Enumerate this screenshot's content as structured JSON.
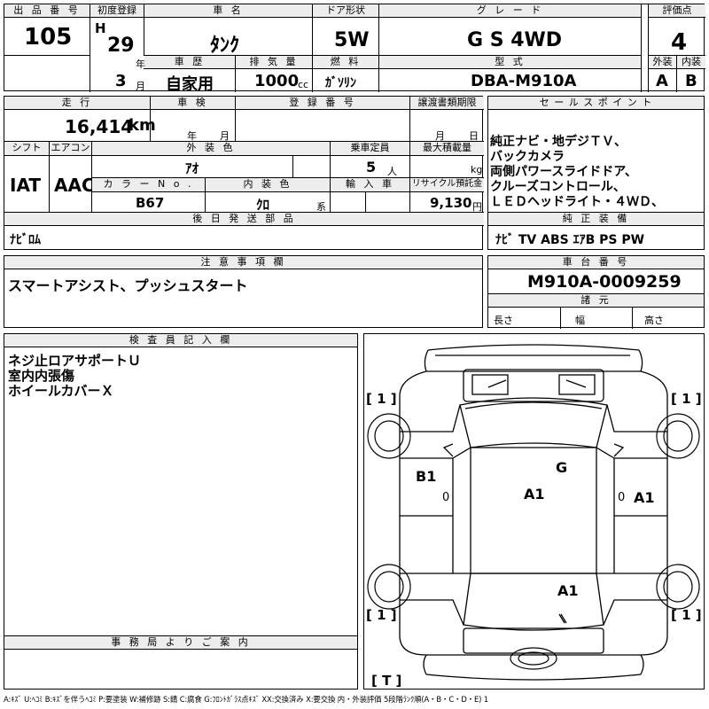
{
  "labels": {
    "lot_no": "出 品 番 号",
    "first_reg": "初度登録",
    "car_name": "車 名",
    "door": "ドア形状",
    "grade": "グ レ ー ド",
    "score": "評価点",
    "history": "車 歴",
    "displacement": "排 気 量",
    "fuel": "燃 料",
    "model": "型 式",
    "exterior": "外装",
    "interior": "内装",
    "mileage": "走 行",
    "inspection": "車 検",
    "reg_no": "登 録 番 号",
    "transfer": "譲渡書類期限",
    "sales": "セ ー ル ス ポ イ ン ト",
    "shift": "シフト",
    "aircon": "エアコン",
    "ext_color": "外 装 色",
    "capacity": "乗車定員",
    "max_load": "最大積載量",
    "color_no": "カ ラ ー N o .",
    "int_color": "内 装 色",
    "import": "輸 入 車",
    "recycle": "リサイクル預託金",
    "later": "後 日 発 送 部 品",
    "genuine": "純 正 装 備",
    "caution": "注 意 事 項 欄",
    "chassis": "車 台 番 号",
    "dims": "諸 元",
    "inspector": "検 査 員 記 入 欄",
    "office": "事 務 局 よ り ご 案 内"
  },
  "units": {
    "year": "年",
    "month": "月",
    "cc": "cc",
    "km": "km",
    "insp_year": "年",
    "insp_month": "月",
    "transfer_month": "月",
    "transfer_day": "日",
    "persons": "人",
    "kg": "kg",
    "kei": "系",
    "yen": "円",
    "length": "長さ",
    "width": "幅",
    "height": "高さ"
  },
  "values": {
    "lot_no": "105",
    "era": "H",
    "year": "29",
    "month": "3",
    "car_name": "ﾀﾝｸ",
    "door": "5W",
    "grade": "G S 4WD",
    "score": "4",
    "history": "自家用",
    "displacement": "1000",
    "fuel": "ｶﾞｿﾘﾝ",
    "model": "DBA-M910A",
    "exterior": "A",
    "interior": "B",
    "mileage": "16,414",
    "shift": "IAT",
    "aircon": "AAC",
    "ext_color": "ｱｵ",
    "capacity": "5",
    "color_no": "B67",
    "int_color": "ｸﾛ",
    "recycle": "9,130",
    "later": "ﾅﾋﾞﾛﾑ",
    "genuine": "ﾅﾋﾞ TV ABS ｴｱB PS PW",
    "caution": "スマートアシスト、プッシュスタート",
    "chassis": "M910A-0009259"
  },
  "sales_points": [
    "純正ナビ・地デジＴＶ、",
    "バックカメラ",
    "両側パワースライドドア、",
    "クルーズコントロール、",
    "ＬＥＤヘッドライト・４ＷＤ、"
  ],
  "inspector_notes": [
    "ネジ止ロアサポートＵ",
    "室内内張傷",
    "ホイールカバーＸ"
  ],
  "diagram": {
    "tire_fl": "[ 1 ]",
    "tire_fr": "[ 1 ]",
    "tire_rl": "[ 1 ]",
    "tire_rr": "[ 1 ]",
    "spare": "[ T ]",
    "marks": {
      "b1_left": "B1",
      "g_windshield": "G",
      "a1_roof": "A1",
      "a1_right": "A1",
      "a1_rear": "A1",
      "zero_left": "0",
      "zero_right": "0"
    }
  },
  "footer": "A:ｷｽﾞ U:ﾍｺﾐ B:ｷｽﾞを伴うﾍｺﾐ P:要塗装 W:補修跡 S:錆 C:腐食 G:ﾌﾛﾝﾄｶﾞﾗｽ点ｷｽﾞ XX:交換済み X:要交換 内・外装評価 5段階ﾗﾝｸ順(A・B・C・D・E) 1"
}
